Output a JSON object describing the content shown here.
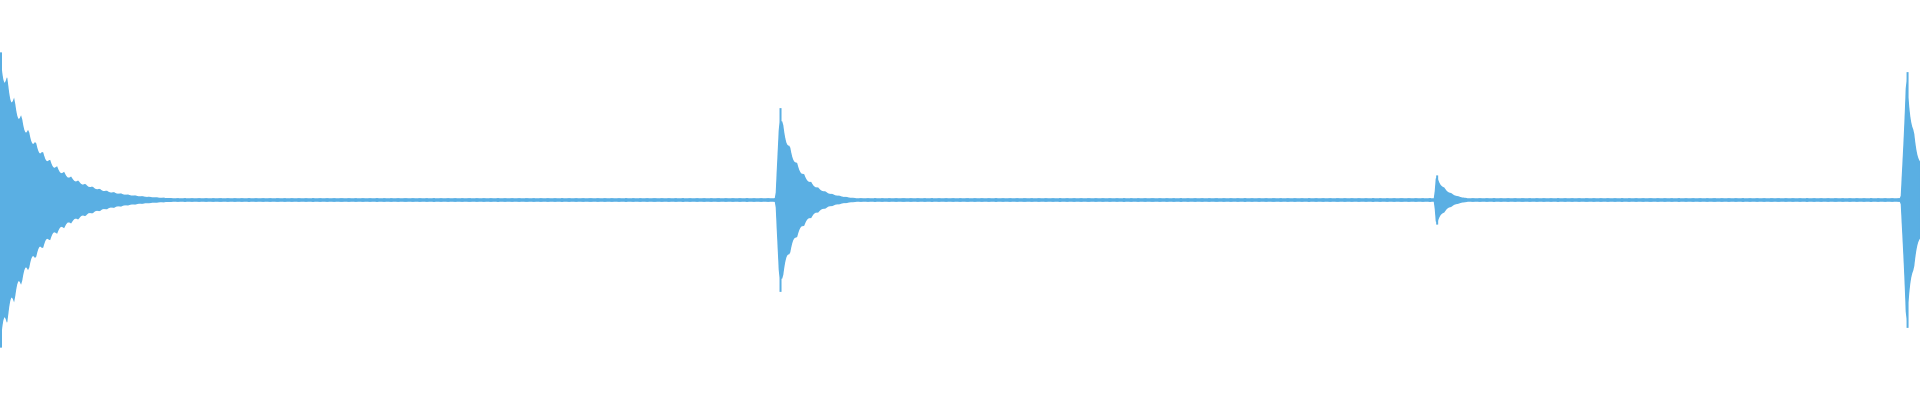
{
  "waveform": {
    "color": "#5aafe3",
    "background": "#ffffff",
    "baseline_amplitude": 0.01,
    "events": [
      {
        "time_fraction": 0.0,
        "peak_amplitude": 0.9,
        "decay": 0.02,
        "attack": 0.002
      },
      {
        "time_fraction": 0.406,
        "peak_amplitude": 0.56,
        "decay": 0.01,
        "attack": 0.002
      },
      {
        "time_fraction": 0.748,
        "peak_amplitude": 0.15,
        "decay": 0.006,
        "attack": 0.001
      },
      {
        "time_fraction": 0.993,
        "peak_amplitude": 0.78,
        "decay": 0.006,
        "attack": 0.003
      }
    ]
  }
}
